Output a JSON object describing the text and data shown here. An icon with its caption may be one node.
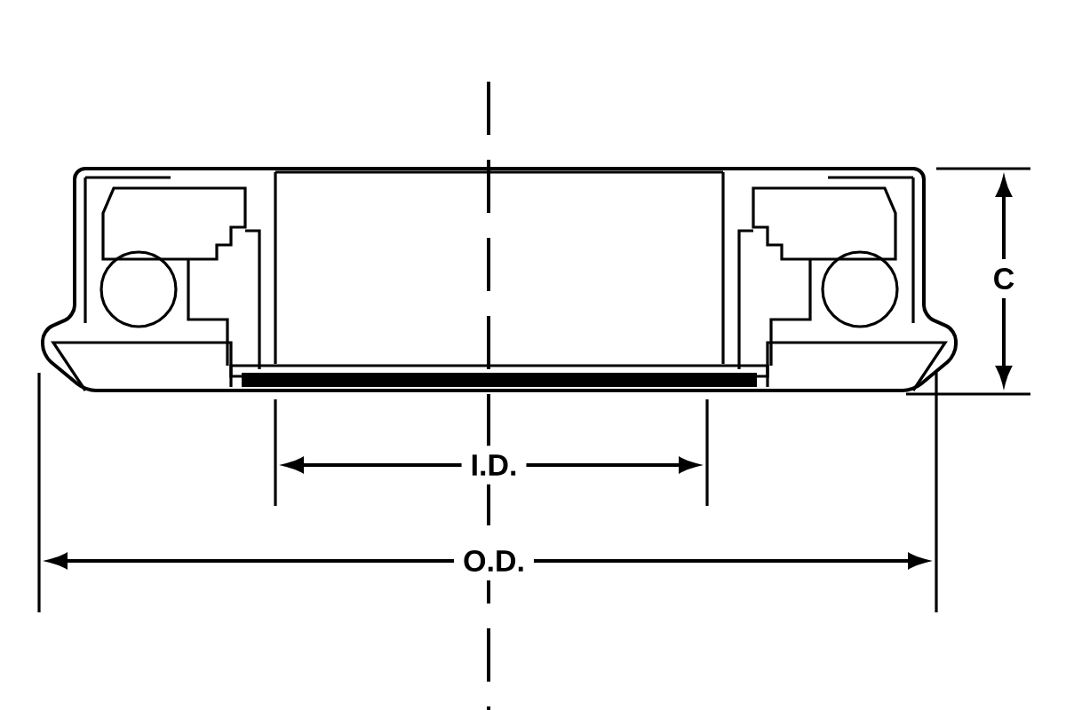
{
  "diagram": {
    "labels": [
      "C",
      "I.D.",
      "O.D."
    ]
  }
}
